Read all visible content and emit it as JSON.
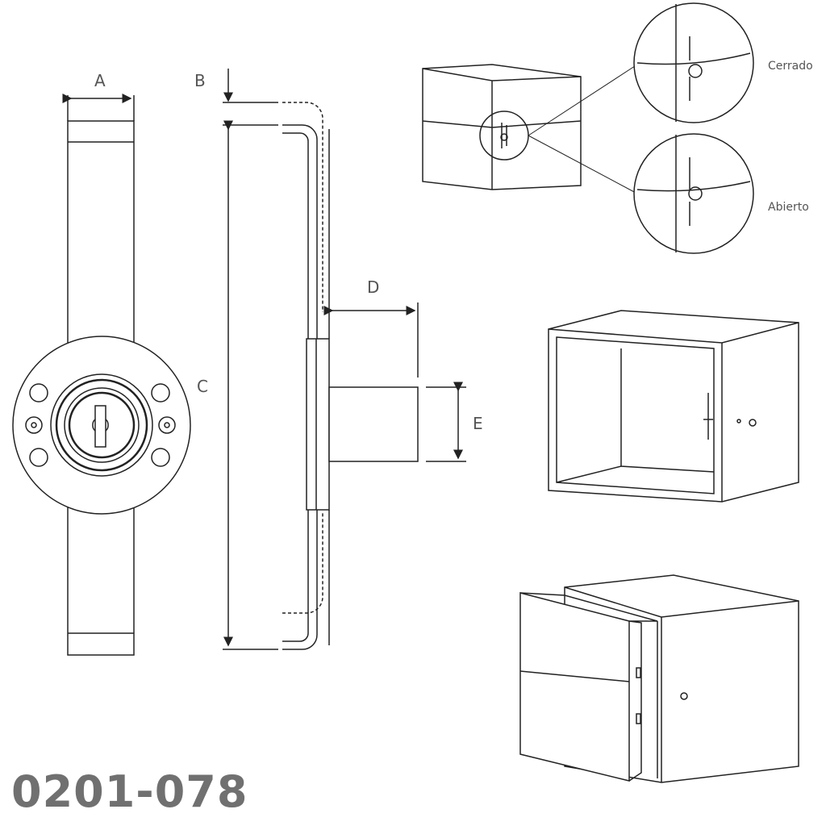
{
  "dimensions": {
    "a": "A",
    "b": "B",
    "c": "C",
    "d": "D",
    "e": "E"
  },
  "states": {
    "closed": "Cerrado",
    "open": "Abierto"
  },
  "product_code": "0201-078"
}
